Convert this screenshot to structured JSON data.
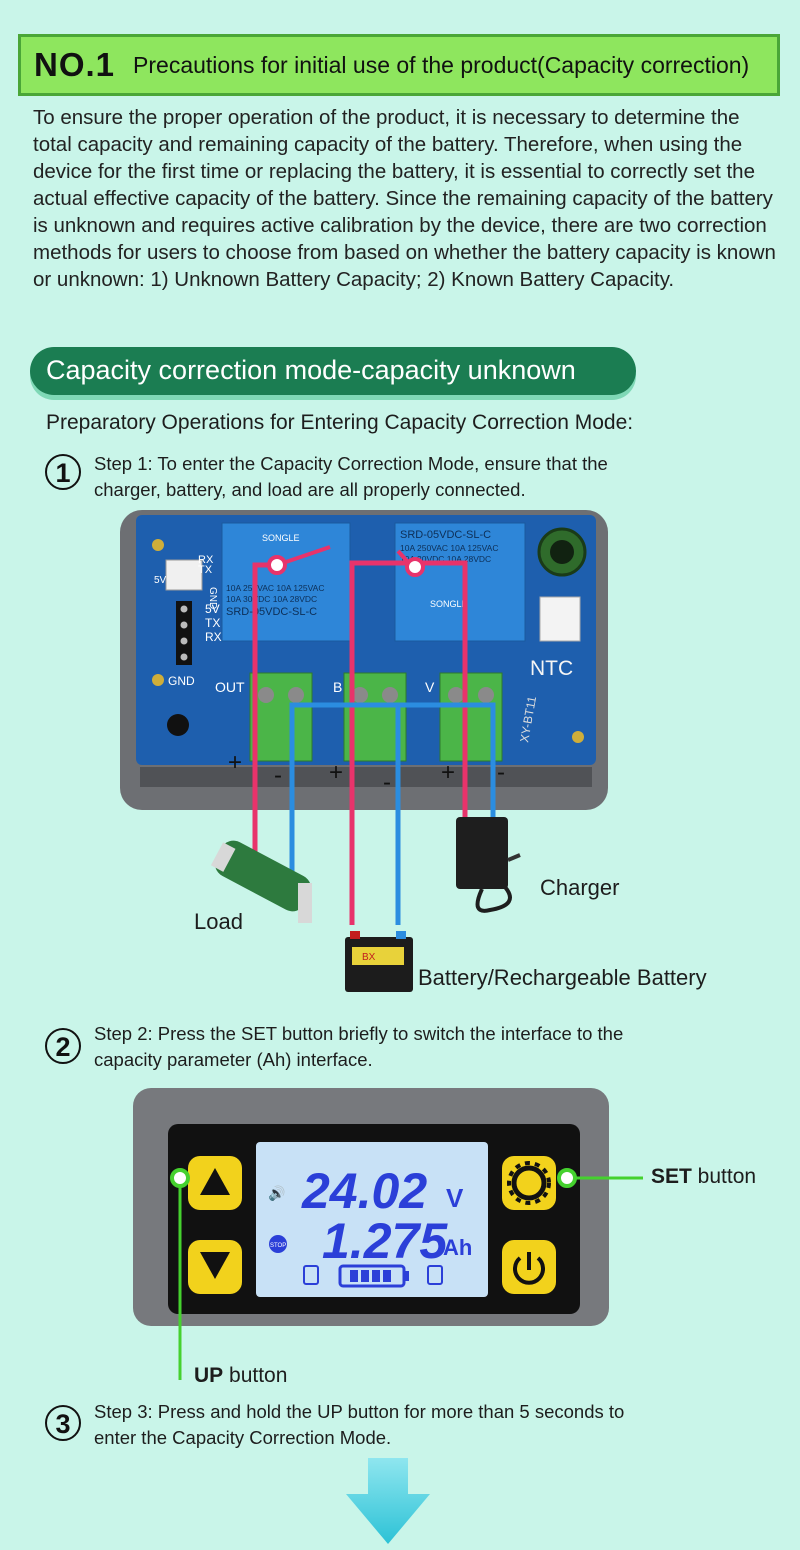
{
  "header": {
    "number": "NO.1",
    "title": "Precautions for initial use of the product(Capacity correction)"
  },
  "intro": "To ensure the proper operation of the product, it is necessary to determine the total capacity and remaining capacity of the battery. Therefore, when using the device for the first time or replacing the battery, it is essential to correctly set the actual effective capacity of the battery. Since the remaining capacity of the battery is unknown and requires active calibration by the device, there are two correction methods for users to choose from based on whether the battery capacity is known or unknown: 1) Unknown Battery Capacity; 2) Known Battery Capacity.",
  "section_title": "Capacity correction mode-capacity unknown",
  "prep_title": "Preparatory Operations for Entering Capacity Correction Mode:",
  "steps": [
    {
      "num": "1",
      "line1": "Step 1: To enter the Capacity Correction Mode, ensure that the",
      "line2": "charger, battery, and load are all properly connected."
    },
    {
      "num": "2",
      "line1": "Step 2: Press the SET button briefly to switch the interface to the",
      "line2": "capacity  parameter (Ah) interface."
    },
    {
      "num": "3",
      "line1": "Step 3: Press and hold the UP button for more than 5 seconds to",
      "line2": "enter the Capacity Correction Mode."
    }
  ],
  "board": {
    "relay_left": [
      "SONGLE",
      "10A 250VAC  10A 125VAC",
      "10A 30VDC  10A 28VDC",
      "SRD-05VDC-SL-C"
    ],
    "relay_right": [
      "SRD-05VDC-SL-C",
      "10A 250VAC  10A 125VAC",
      "10A 30VDC  10A 28VDC",
      "SONGLE"
    ],
    "pins_top": [
      "RX",
      "TX",
      "5V",
      "GND"
    ],
    "pins_side": [
      "5V",
      "TX",
      "RX",
      "GND"
    ],
    "ntc": "NTC",
    "model": "XY-BT11",
    "terminals": [
      "OUT",
      "B",
      "V"
    ],
    "signs": [
      "+",
      "-",
      "+",
      "-",
      "+",
      "-"
    ]
  },
  "labels": {
    "load": "Load",
    "charger": "Charger",
    "battery": "Battery/Rechargeable Battery",
    "battery_brand": "BX"
  },
  "display": {
    "voltage": "24.02",
    "voltage_unit": "V",
    "capacity": "1.275",
    "capacity_unit": "Ah",
    "stop": "STOP"
  },
  "buttons": {
    "set_bold": "SET",
    "set_rest": " button",
    "up_bold": "UP",
    "up_rest": " button"
  },
  "colors": {
    "positive_wire": "#e8336b",
    "negative_wire": "#2b8de0",
    "header_bg": "#8ee65e",
    "pill_bg": "#1b7d52",
    "page_bg": "#c9f5e9",
    "lcd_digits": "#2b3fd8",
    "button_yellow": "#f2d21c",
    "callout_green": "#45d12e"
  }
}
